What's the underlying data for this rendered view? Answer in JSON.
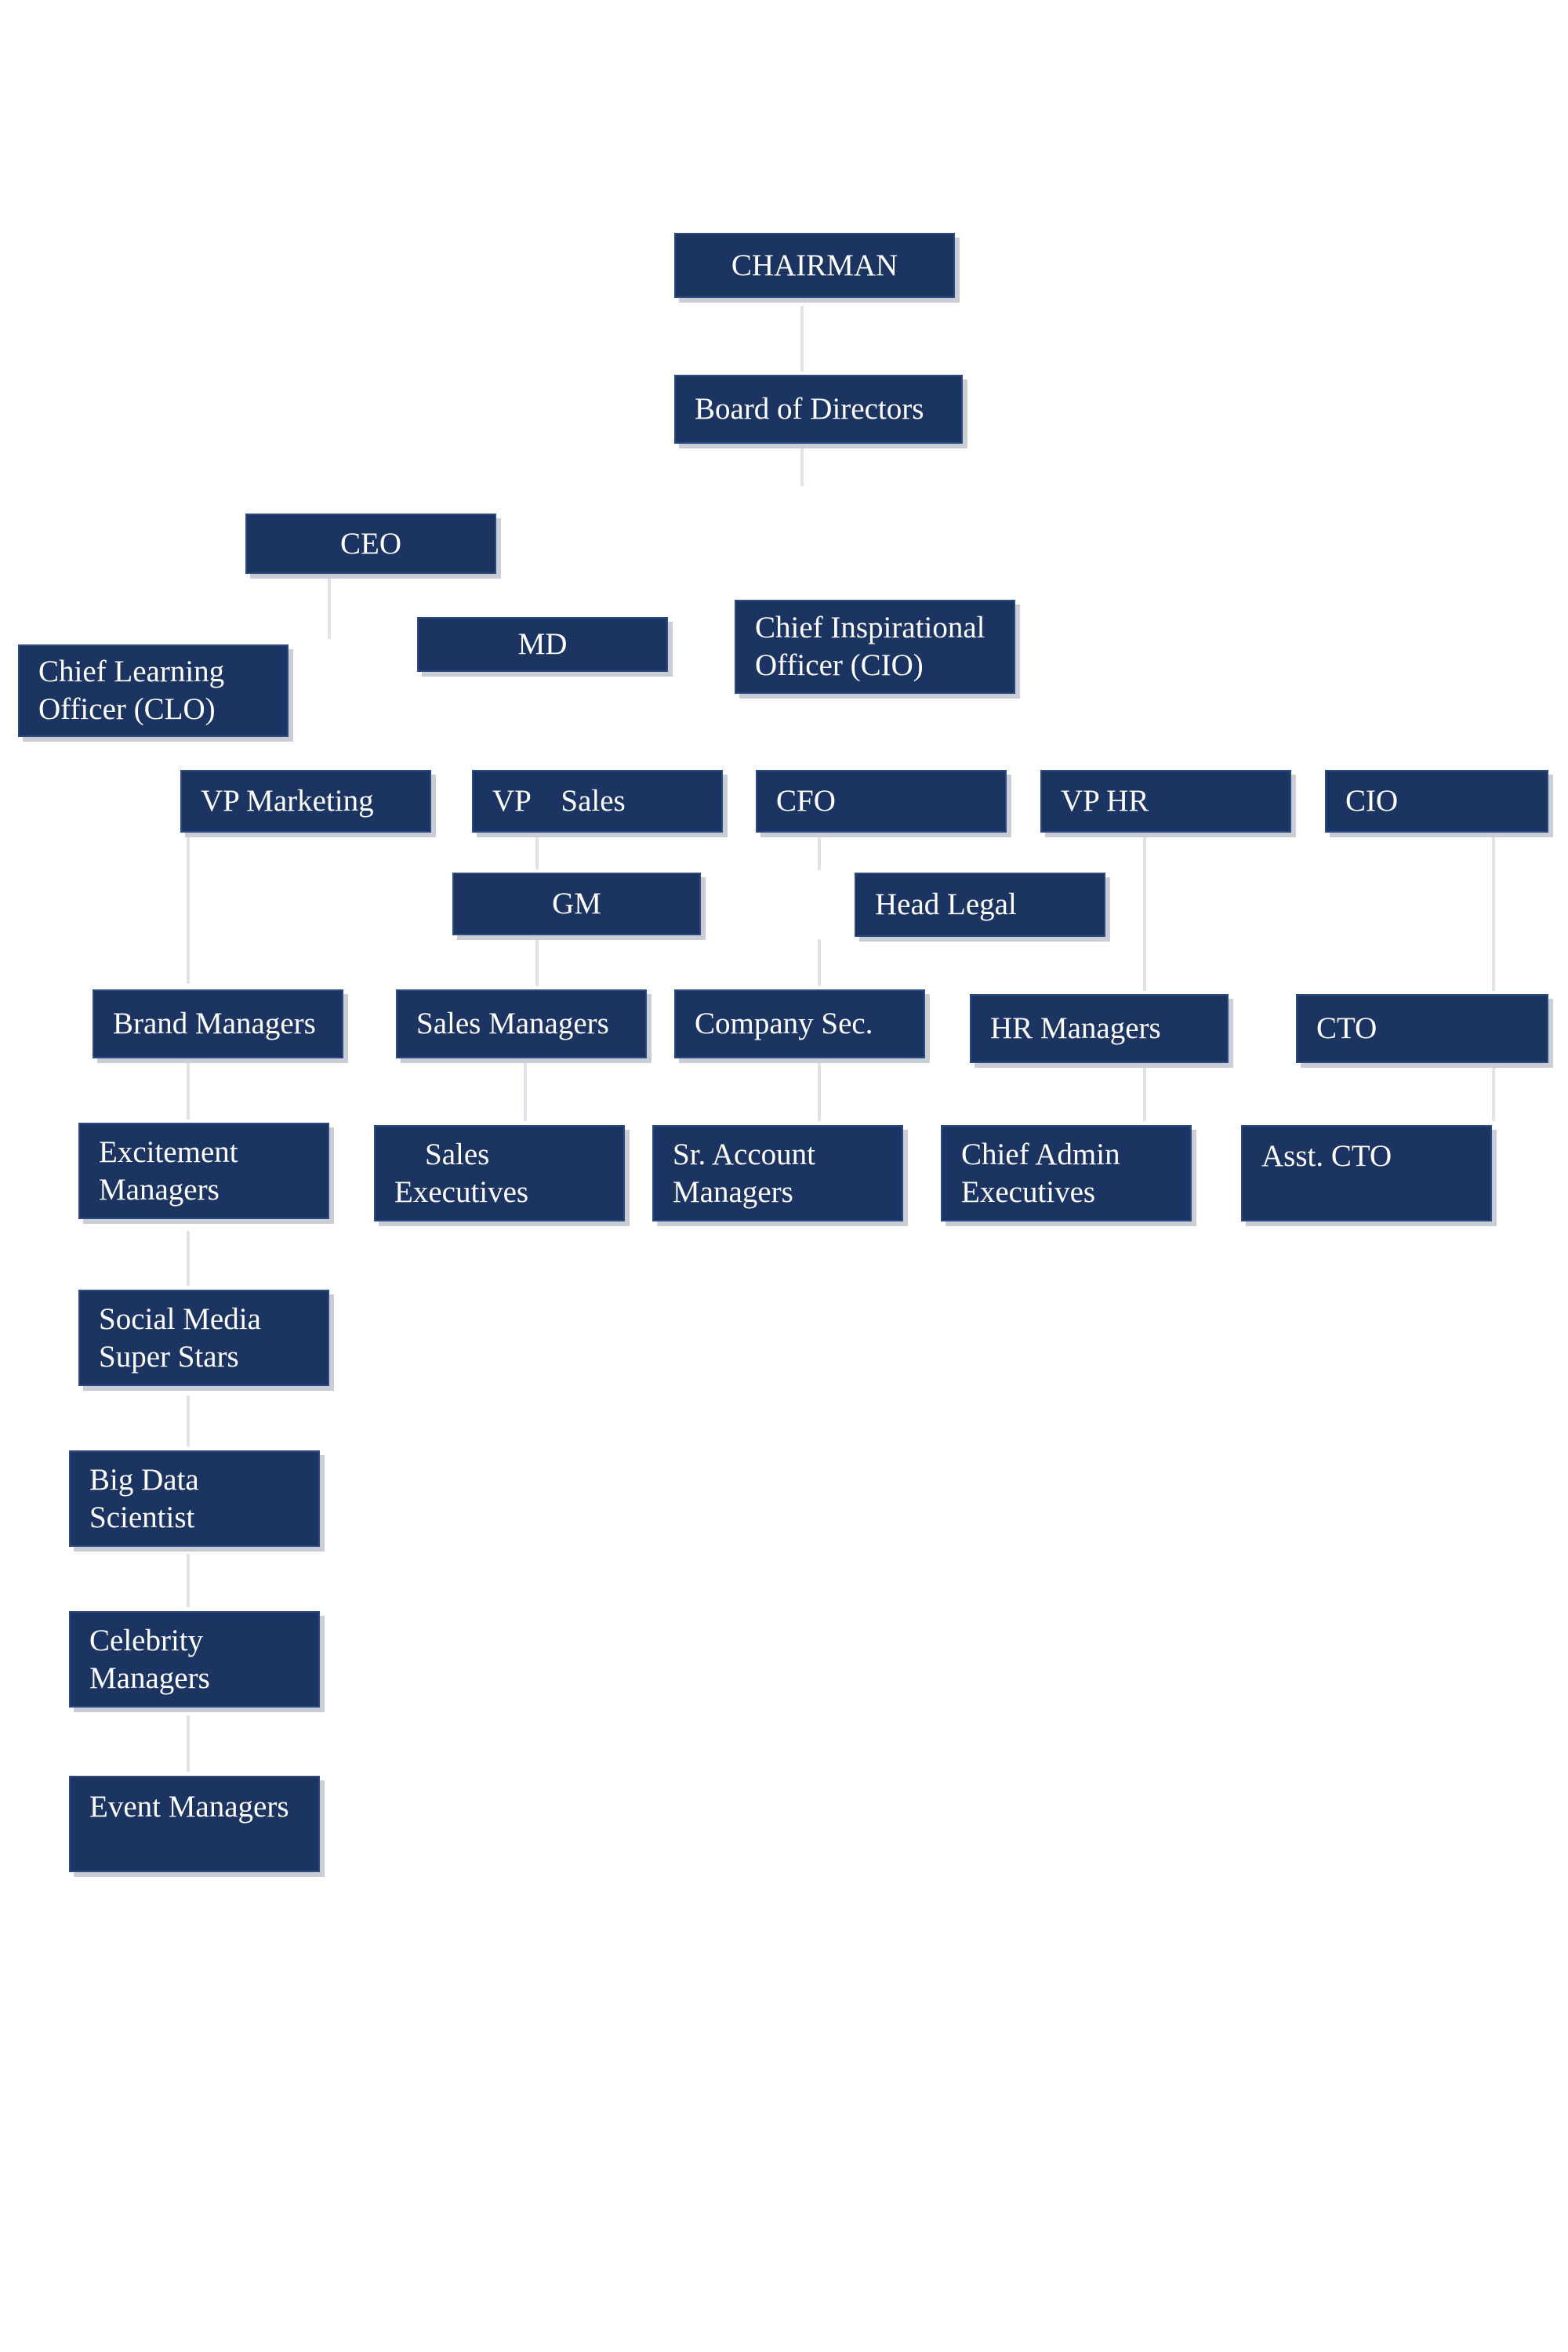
{
  "colors": {
    "box_fill": "#1b3461",
    "box_text": "#ffffff",
    "connector": "#dfe3ea",
    "background": "#ffffff"
  },
  "nodes": {
    "chairman": "CHAIRMAN",
    "board": "Board of Directors",
    "ceo": "CEO",
    "md": "MD",
    "chief_inspirational": "Chief Inspirational\nOfficer (CIO)",
    "clo": "Chief Learning\nOfficer (CLO)",
    "vp_marketing": "VP Marketing",
    "vp_sales": "VP    Sales",
    "cfo": "CFO",
    "vp_hr": "VP HR",
    "cio": "CIO",
    "gm": "GM",
    "head_legal": "Head Legal",
    "brand_managers": "Brand Managers",
    "sales_managers": "Sales Managers",
    "company_sec": "Company Sec.",
    "hr_managers": "HR Managers",
    "cto": "CTO",
    "excitement_managers": "Excitement\nManagers",
    "sales_executives": "    Sales\nExecutives",
    "sr_account_managers": "Sr. Account\nManagers",
    "chief_admin_executives": "Chief Admin\nExecutives",
    "asst_cto": "Asst. CTO",
    "social_media": "Social Media\nSuper Stars",
    "big_data": "Big Data\nScientist",
    "celebrity_managers": "Celebrity\nManagers",
    "event_managers": "Event Managers"
  }
}
